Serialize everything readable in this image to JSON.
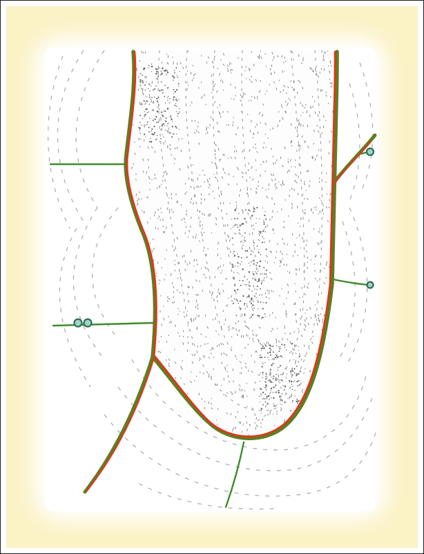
{
  "figure": {
    "colors": {
      "background_wash": "#fbf2c6",
      "paper": "#ffffff",
      "stipple": "#8a8a8a",
      "contour": "#9a9a9a",
      "boundary_red": "#e8321a",
      "boundary_green": "#5f7d22",
      "nerve_green": "#3e8a2a",
      "terminal_fill": "#9fd3c9",
      "terminal_stroke": "#2f6f52"
    },
    "structures": [
      "stippled-tissue-lobe",
      "red-green-boundary",
      "green-nerve-lines",
      "nerve-terminal-circles",
      "dashed-contour-lines"
    ]
  }
}
